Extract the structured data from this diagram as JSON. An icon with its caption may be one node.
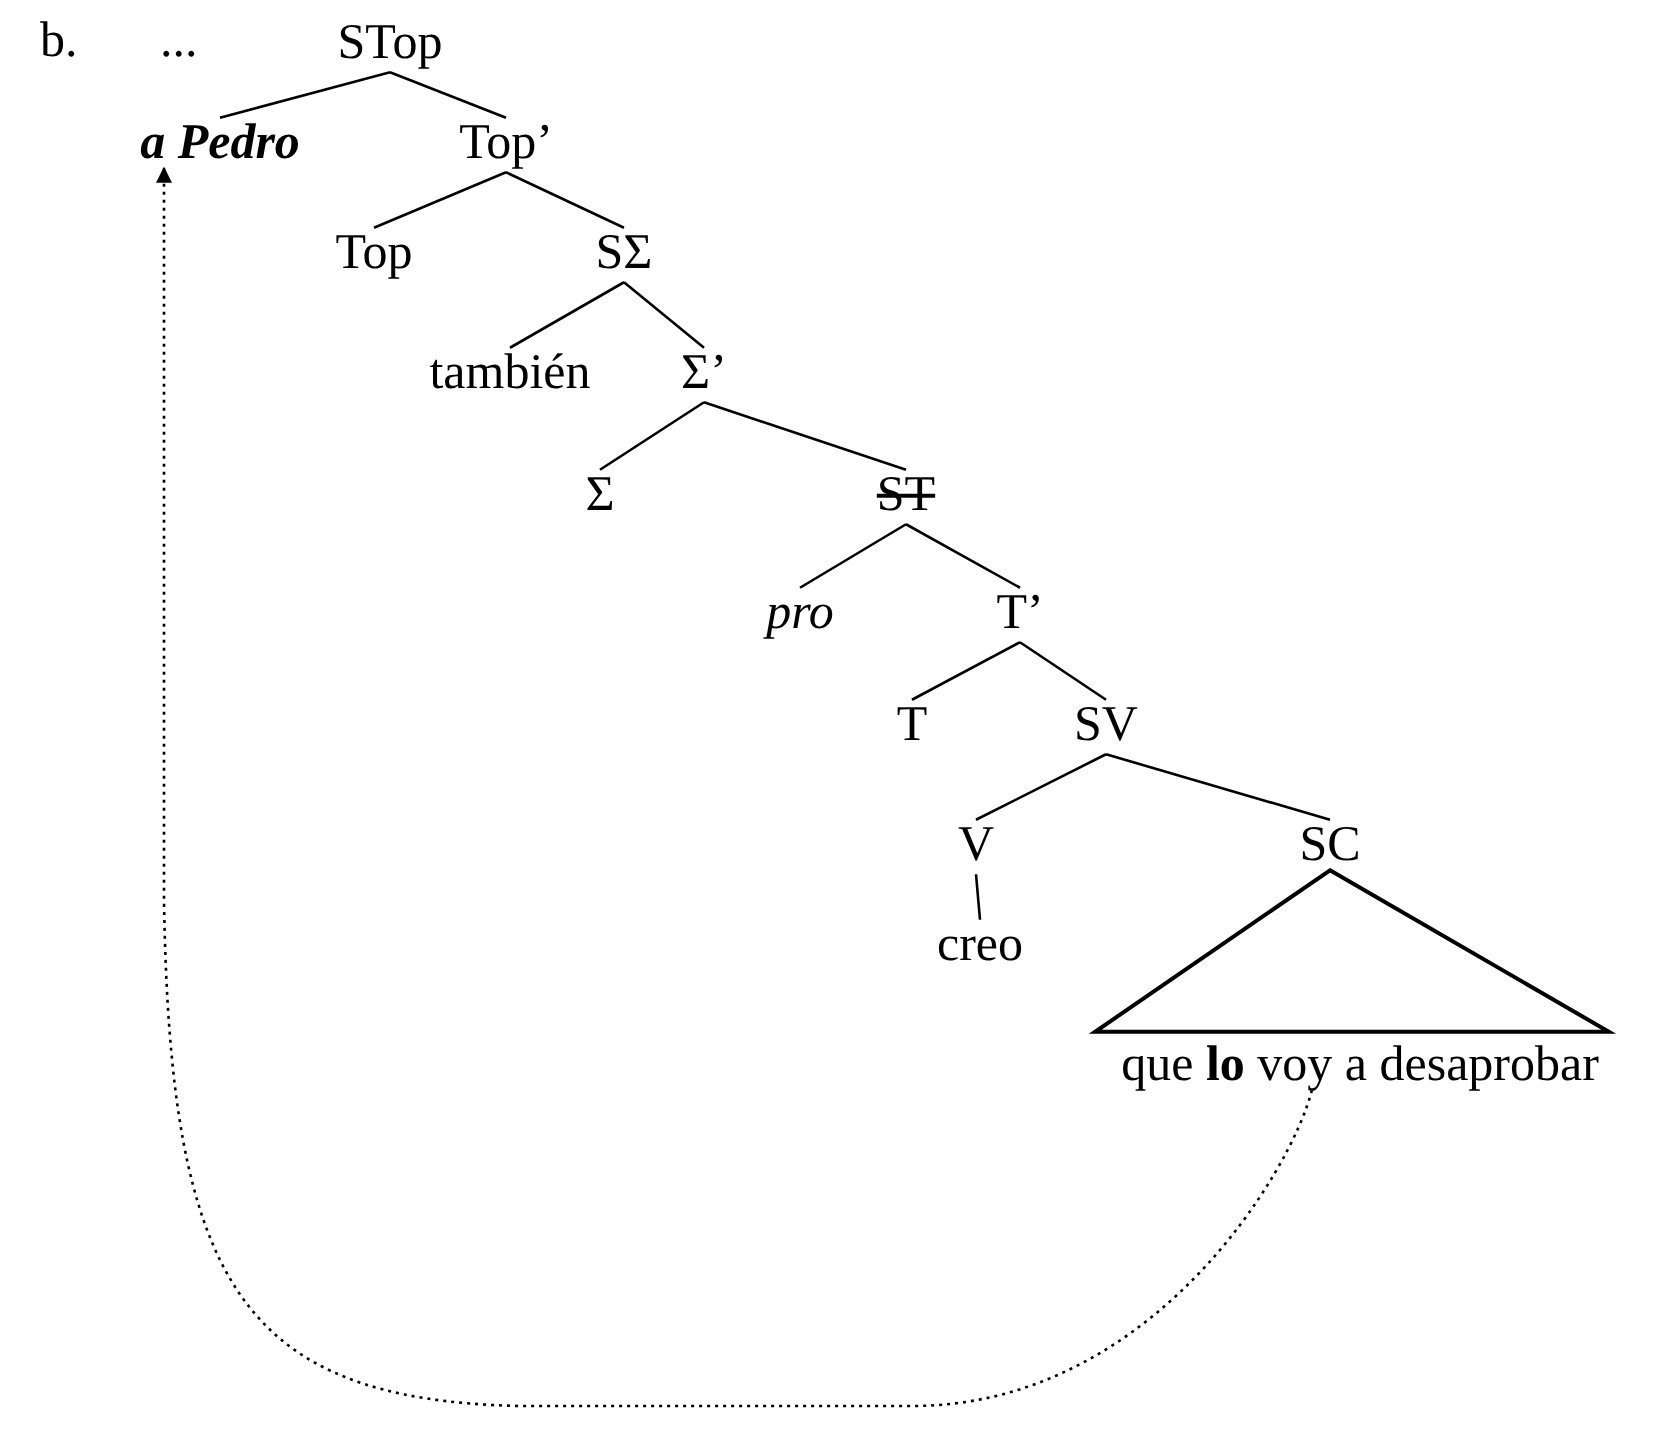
{
  "diagram": {
    "nodes": [
      {
        "text": [
          "STop"
        ]
      },
      {
        "text": [
          "a Pedro"
        ]
      },
      {
        "text": [
          "Top’"
        ]
      },
      {
        "text": [
          "Top"
        ]
      },
      {
        "text": [
          "SΣ"
        ]
      },
      {
        "text": [
          "también"
        ]
      },
      {
        "text": [
          "Σ’"
        ]
      },
      {
        "text": [
          "Σ"
        ]
      },
      {
        "text": [
          "ST"
        ]
      },
      {
        "text": [
          "pro"
        ]
      },
      {
        "text": [
          "T’"
        ]
      },
      {
        "text": [
          "T"
        ]
      },
      {
        "text": [
          "SV"
        ]
      },
      {
        "text": [
          "V"
        ]
      },
      {
        "text": [
          "SC"
        ]
      },
      {
        "text": [
          "creo"
        ]
      },
      {
        "text": [
          "que **lo** voy a desaprobar"
        ]
      }
    ],
    "edges": [
      {
        "from": 0,
        "to": 1,
        "arrow": "none"
      },
      {
        "from": 0,
        "to": 2,
        "arrow": "none"
      },
      {
        "from": 2,
        "to": 3,
        "arrow": "none"
      },
      {
        "from": 2,
        "to": 4,
        "arrow": "none"
      },
      {
        "from": 4,
        "to": 5,
        "arrow": "none"
      },
      {
        "from": 4,
        "to": 6,
        "arrow": "none"
      },
      {
        "from": 6,
        "to": 7,
        "arrow": "none"
      },
      {
        "from": 6,
        "to": 8,
        "arrow": "none"
      },
      {
        "from": 8,
        "to": 9,
        "arrow": "none"
      },
      {
        "from": 8,
        "to": 10,
        "arrow": "none"
      },
      {
        "from": 10,
        "to": 11,
        "arrow": "none"
      },
      {
        "from": 10,
        "to": 12,
        "arrow": "none"
      },
      {
        "from": 12,
        "to": 13,
        "arrow": "none"
      },
      {
        "from": 12,
        "to": 14,
        "arrow": "none"
      },
      {
        "from": 13,
        "to": 15,
        "arrow": "none"
      },
      {
        "from": 14,
        "to": 16,
        "arrow": "none"
      },
      {
        "from": 16,
        "to": 1,
        "arrow": "to",
        "style": "dashed"
      }
    ],
    "labels": [
      "b.",
      "..."
    ]
  }
}
